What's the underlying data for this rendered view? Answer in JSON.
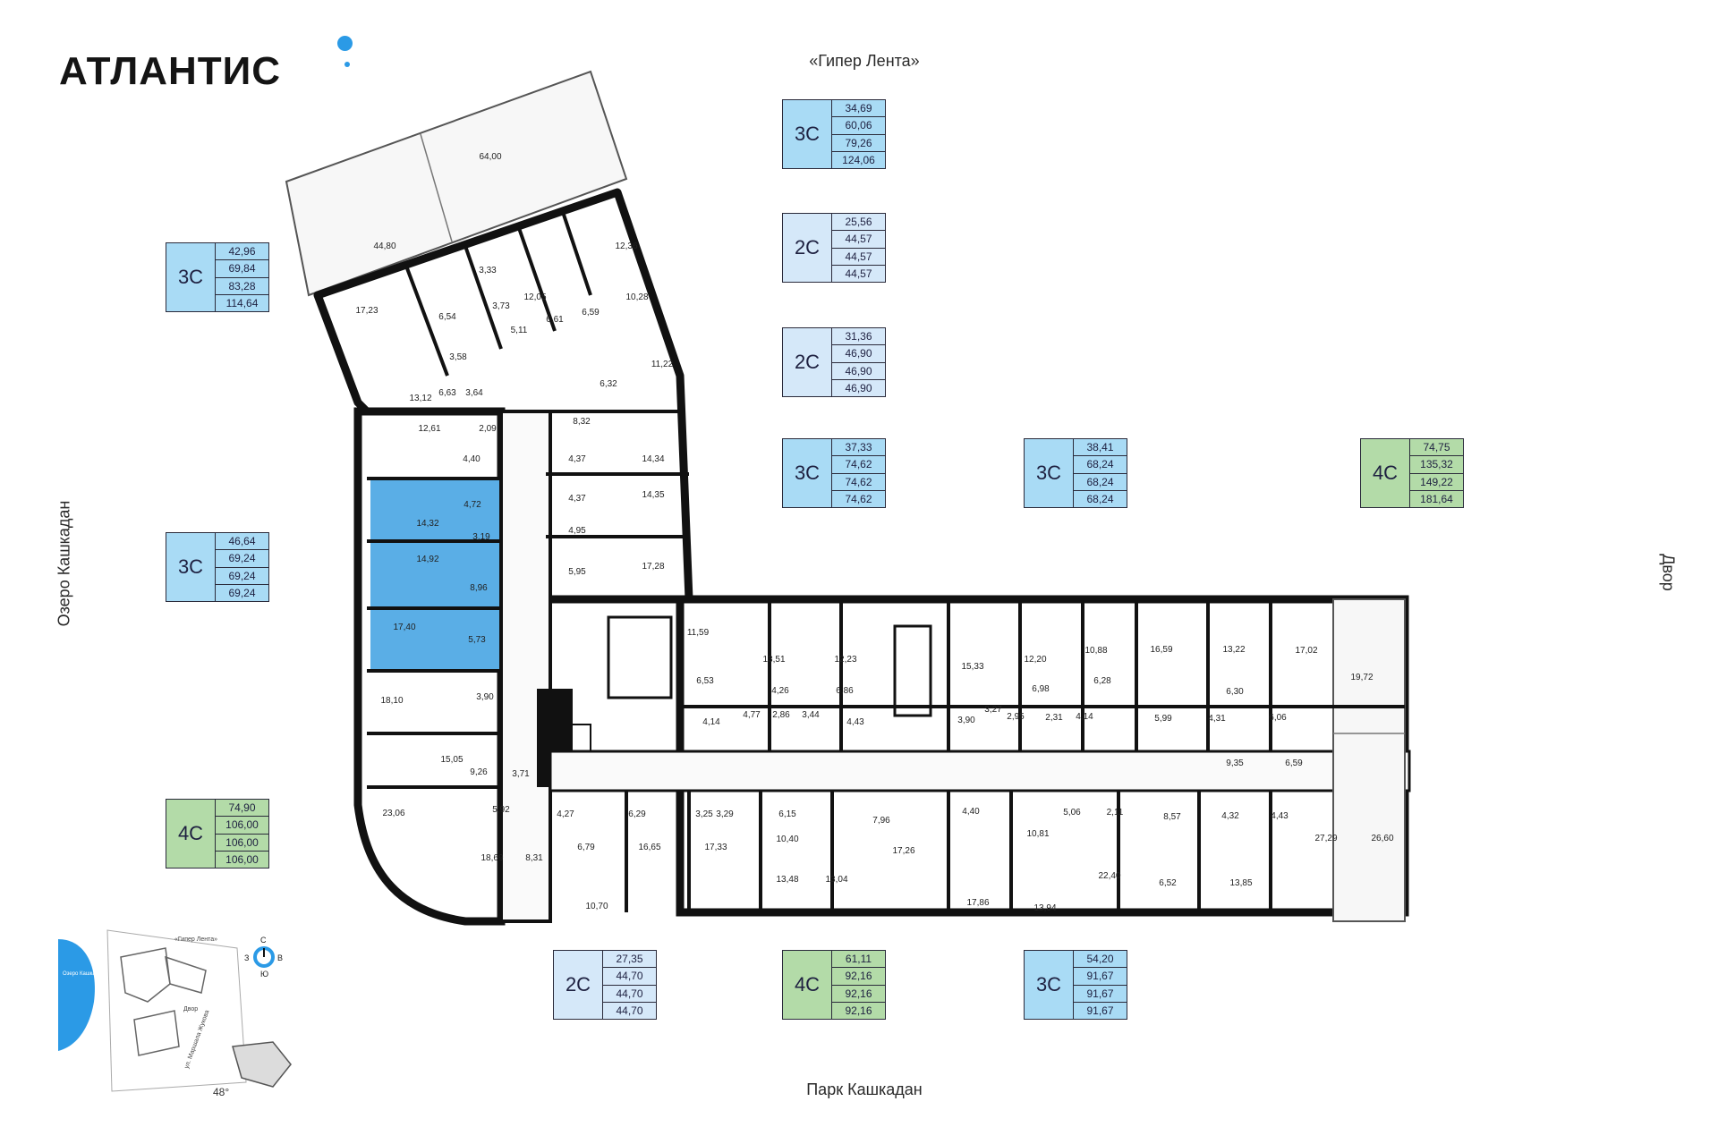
{
  "brand": {
    "name": "АТЛАНТИС",
    "accent": "#2b9ae6"
  },
  "directions": {
    "north": "«Гипер Лента»",
    "south": "Парк Кашкадан",
    "west": "Озеро Кашкадан",
    "east": "Двор"
  },
  "colors": {
    "type_3c": "#a9dbf5",
    "type_2c": "#d5e8f9",
    "type_4c": "#b3dba8",
    "highlight": "#5aaee6"
  },
  "cards": [
    {
      "type": "3С",
      "values": [
        "34,69",
        "60,06",
        "79,26",
        "124,06"
      ]
    },
    {
      "type": "2С",
      "values": [
        "25,56",
        "44,57",
        "44,57",
        "44,57"
      ]
    },
    {
      "type": "2С",
      "values": [
        "31,36",
        "46,90",
        "46,90",
        "46,90"
      ]
    },
    {
      "type": "3С",
      "values": [
        "42,96",
        "69,84",
        "83,28",
        "114,64"
      ]
    },
    {
      "type": "3С",
      "values": [
        "37,33",
        "74,62",
        "74,62",
        "74,62"
      ]
    },
    {
      "type": "3С",
      "values": [
        "38,41",
        "68,24",
        "68,24",
        "68,24"
      ]
    },
    {
      "type": "4С",
      "values": [
        "74,75",
        "135,32",
        "149,22",
        "181,64"
      ]
    },
    {
      "type": "3С",
      "values": [
        "46,64",
        "69,24",
        "69,24",
        "69,24"
      ]
    },
    {
      "type": "4С",
      "values": [
        "74,90",
        "106,00",
        "106,00",
        "106,00"
      ]
    },
    {
      "type": "2С",
      "values": [
        "27,35",
        "44,70",
        "44,70",
        "44,70"
      ]
    },
    {
      "type": "4С",
      "values": [
        "61,11",
        "92,16",
        "92,16",
        "92,16"
      ]
    },
    {
      "type": "3С",
      "values": [
        "54,20",
        "91,67",
        "91,67",
        "91,67"
      ]
    }
  ],
  "areas": [
    "64,00",
    "44,80",
    "12,36",
    "3,33",
    "12,05",
    "10,28",
    "3,73",
    "17,23",
    "6,54",
    "5,11",
    "6,61",
    "6,59",
    "3,58",
    "11,22",
    "13,12",
    "6,63",
    "3,64",
    "6,32",
    "8,32",
    "12,61",
    "2,09",
    "4,37",
    "14,34",
    "4,40",
    "4,37",
    "14,35",
    "14,32",
    "4,72",
    "3,19",
    "4,95",
    "14,92",
    "5,95",
    "17,28",
    "8,96",
    "17,40",
    "5,73",
    "11,59",
    "13,51",
    "12,23",
    "15,33",
    "12,20",
    "10,88",
    "16,59",
    "13,22",
    "17,02",
    "19,72",
    "6,53",
    "4,26",
    "6,86",
    "6,98",
    "6,28",
    "6,30",
    "3,27",
    "18,10",
    "3,90",
    "4,14",
    "4,77",
    "2,86",
    "3,44",
    "4,43",
    "3,90",
    "2,95",
    "2,31",
    "4,14",
    "5,99",
    "4,31",
    "6,06",
    "15,05",
    "9,35",
    "6,59",
    "9,26",
    "3,71",
    "23,06",
    "5,92",
    "4,27",
    "6,29",
    "3,25",
    "3,29",
    "6,15",
    "7,96",
    "4,40",
    "5,06",
    "2,11",
    "8,57",
    "4,32",
    "4,43",
    "27,29",
    "26,60",
    "6,79",
    "10,40",
    "10,81",
    "18,69",
    "8,31",
    "16,65",
    "17,33",
    "17,26",
    "22,40",
    "6,52",
    "13,48",
    "13,04",
    "13,85",
    "17,86",
    "13,94",
    "10,70"
  ],
  "minimap": {
    "labels": [
      "«Гипер Лента»",
      "Озеро Кашкадан",
      "Двор",
      "ул. Маршала Жукова"
    ],
    "compass": [
      "С",
      "З",
      "В",
      "Ю"
    ],
    "rotation": "48°"
  }
}
